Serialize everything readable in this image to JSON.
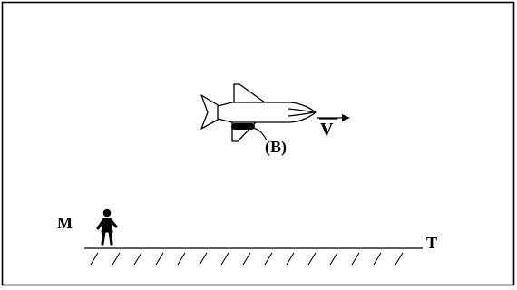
{
  "labels": {
    "bomb": "(B)",
    "velocity": "V",
    "observer": "M",
    "target": "T"
  },
  "colors": {
    "ink": "#000000",
    "background": "#ffffff"
  },
  "icons": {
    "plane": "airplane-icon",
    "person": "person-icon",
    "bomb": "bomb-icon",
    "velocity_arrow": "velocity-arrow-icon"
  }
}
